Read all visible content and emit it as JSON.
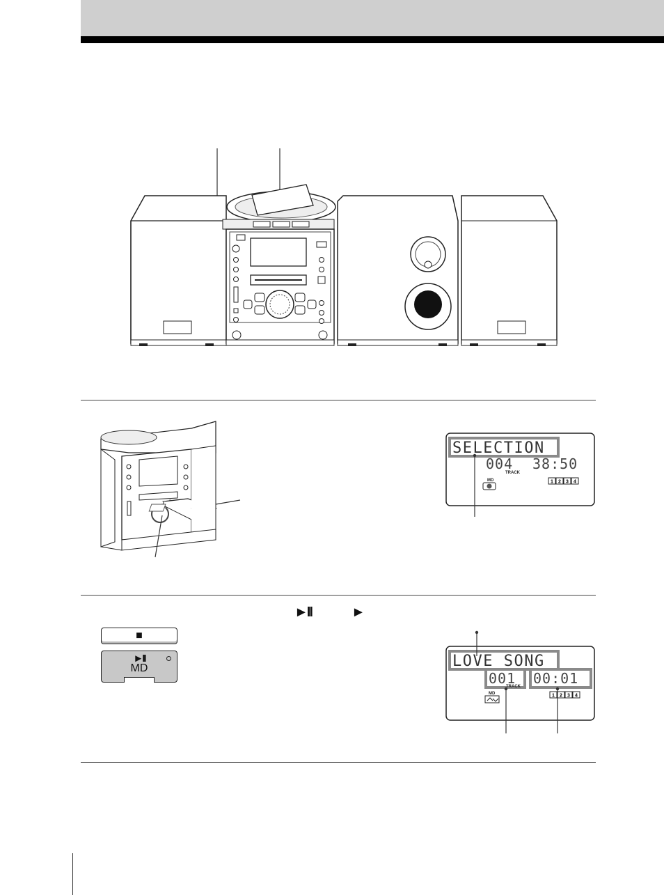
{
  "step2": {
    "play_pause_symbol": "►II",
    "play_symbol": "►"
  },
  "stop_button": {
    "symbol": "■"
  },
  "md_button": {
    "symbol": "►II",
    "label": "MD"
  },
  "display1": {
    "line1": "SELECTION",
    "tracks": "004",
    "time": "38:50",
    "track_label": "TRACK",
    "source": "MD",
    "banks": [
      "1",
      "2",
      "3",
      "4"
    ]
  },
  "display2": {
    "line1": "LOVE SONG",
    "track": "001",
    "time": "00:01",
    "track_label": "TRACK",
    "source": "MD",
    "banks": [
      "1",
      "2",
      "3",
      "4"
    ]
  },
  "colors": {
    "header_band": "#cfcfcf",
    "highlight_box": "#8a8a8a",
    "button_gray": "#c8c8c8"
  }
}
